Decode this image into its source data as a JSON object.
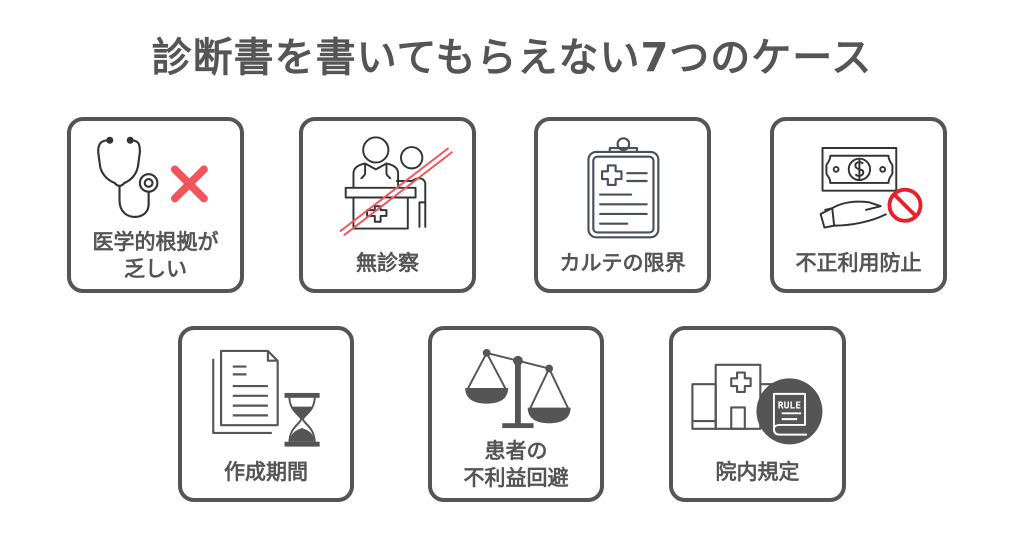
{
  "title": "診断書を書いてもらえない7つのケース",
  "colors": {
    "text": "#555555",
    "border": "#555555",
    "accent_red": "#f2545b",
    "prohibit_red": "#e8202a"
  },
  "cases": [
    {
      "id": 1,
      "label_line1": "医学的根拠が",
      "label_line2": "乏しい",
      "icon": "stethoscope-with-x-icon"
    },
    {
      "id": 2,
      "label_line1": "無診察",
      "icon": "doctor-patient-crossed-out-icon"
    },
    {
      "id": 3,
      "label_line1": "カルテの限界",
      "icon": "medical-clipboard-icon"
    },
    {
      "id": 4,
      "label_line1": "不正利用防止",
      "icon": "money-hand-prohibited-icon"
    },
    {
      "id": 5,
      "label_line1": "作成期間",
      "icon": "documents-hourglass-icon"
    },
    {
      "id": 6,
      "label_line1": "患者の",
      "label_line2": "不利益回避",
      "icon": "balance-scale-icon"
    },
    {
      "id": 7,
      "label_line1": "院内規定",
      "icon": "hospital-rule-book-icon",
      "badge_text": "RULE"
    }
  ]
}
